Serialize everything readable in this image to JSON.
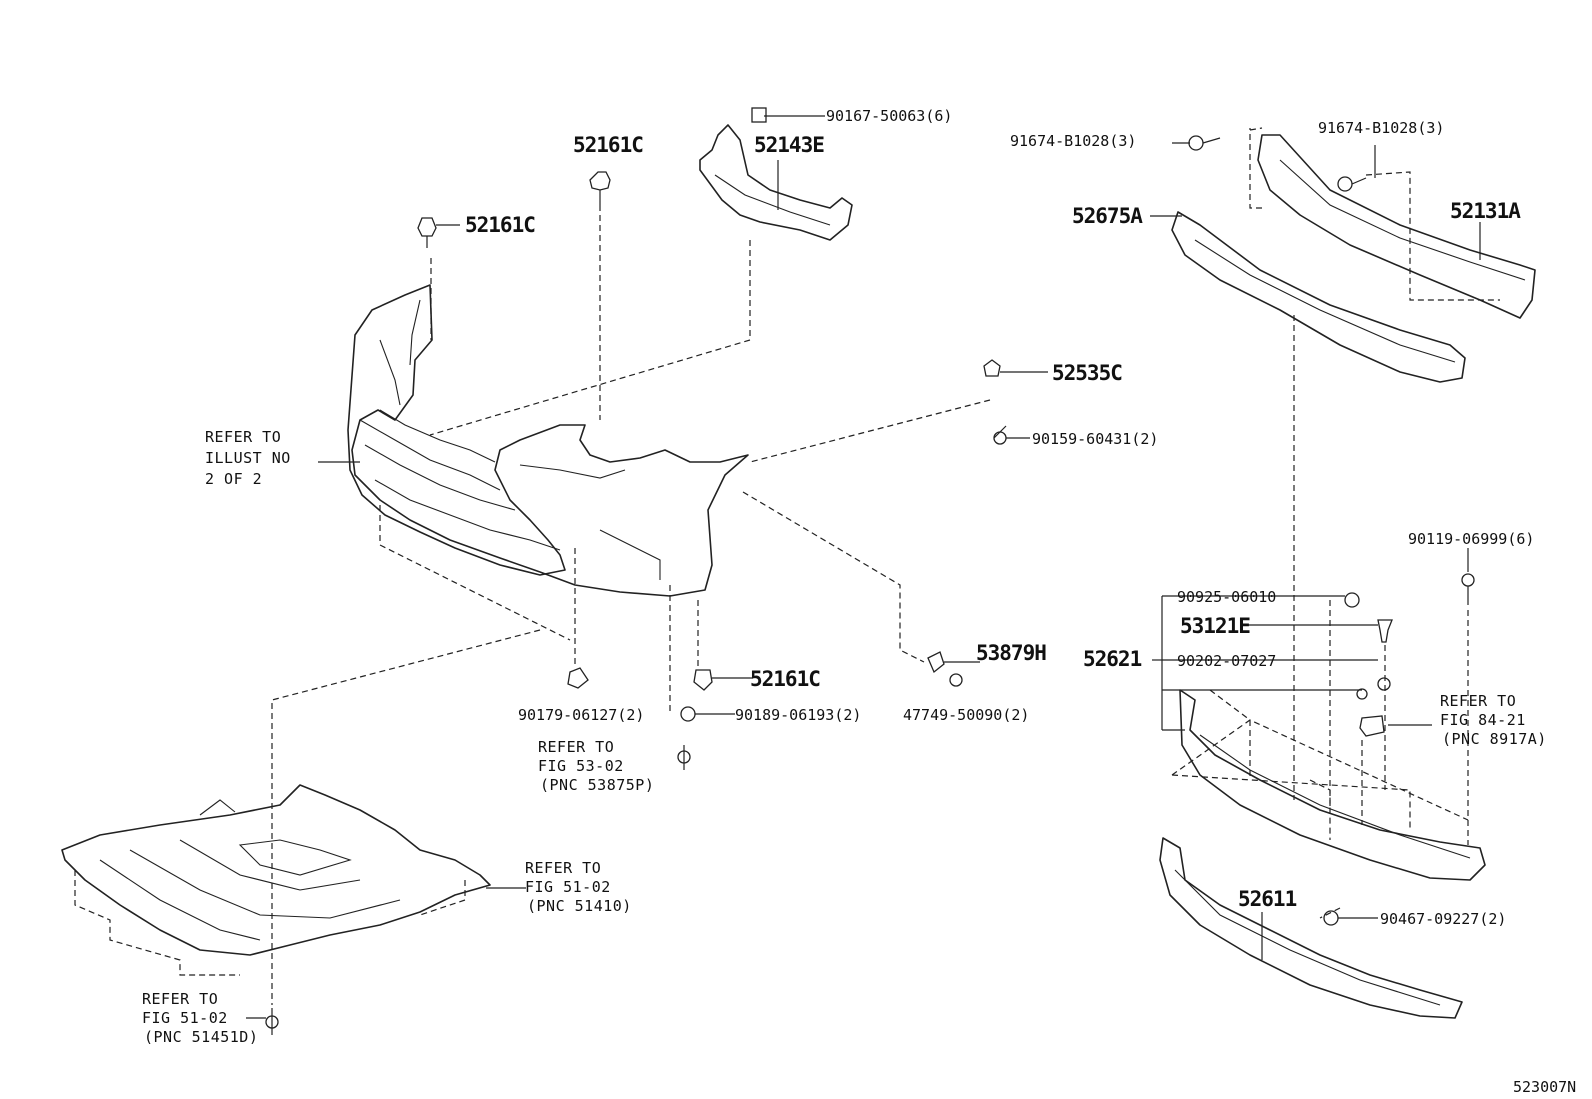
{
  "diagram_id": "523007N",
  "labels": {
    "p52161C_top": "52161C",
    "p52161C_left": "52161C",
    "p52143E": "52143E",
    "p90167": "90167-50063(6)",
    "p91674_left": "91674-B1028(3)",
    "p91674_right": "91674-B1028(3)",
    "p52675A": "52675A",
    "p52131A": "52131A",
    "p52535C": "52535C",
    "p90159": "90159-60431(2)",
    "p90119": "90119-06999(6)",
    "p90925": "90925-06010",
    "p53121E": "53121E",
    "p52621": "52621",
    "p90202": "90202-07027",
    "p53879H": "53879H",
    "p47749": "47749-50090(2)",
    "p52161C_low": "52161C",
    "p90189": "90189-06193(2)",
    "p90179": "90179-06127(2)",
    "p52611": "52611",
    "p90467": "90467-09227(2)"
  },
  "refs": {
    "illust": [
      "REFER TO",
      "ILLUST NO",
      "2 OF 2"
    ],
    "fig53": [
      "REFER TO",
      "FIG 53-02",
      "(PNC 53875P)"
    ],
    "fig51a": [
      "REFER TO",
      "FIG 51-02",
      "(PNC 51410)"
    ],
    "fig51b": [
      "REFER TO",
      "FIG 51-02",
      "(PNC 51451D)"
    ],
    "fig84": [
      "REFER TO",
      "FIG 84-21",
      "(PNC 8917A)"
    ]
  }
}
